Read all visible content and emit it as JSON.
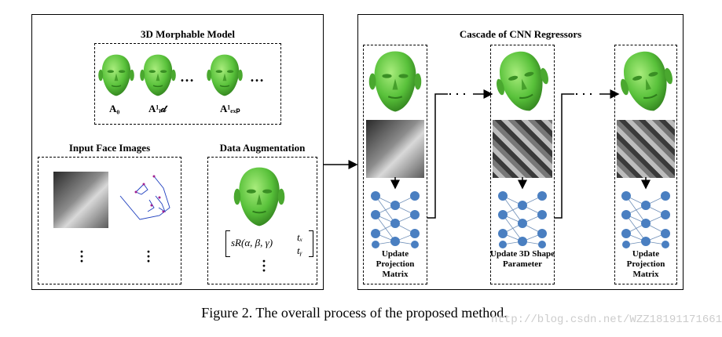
{
  "left_panel": {
    "morphable_title": "3D Morphable Model",
    "morphable_labels": [
      "A₀",
      "A¹ᵢ𝒹",
      "…",
      "A¹ₑₓₚ",
      "…"
    ],
    "input_title": "Input Face Images",
    "augment_title": "Data Augmentation",
    "augment_formula": "sR(α, β, γ)",
    "augment_translation": [
      "tₓ",
      "tᵧ"
    ]
  },
  "right_panel": {
    "title": "Cascade of CNN Regressors",
    "stage_labels": [
      "Update Projection Matrix",
      "Update 3D Shape Parameter",
      "Update Projection Matrix"
    ]
  },
  "caption": "Figure 2. The overall process of the proposed method.",
  "watermark": "http://blog.csdn.net/WZZ18191171661",
  "colors": {
    "face_green": "#58c13a",
    "network_blue": "#4a7fc1"
  }
}
